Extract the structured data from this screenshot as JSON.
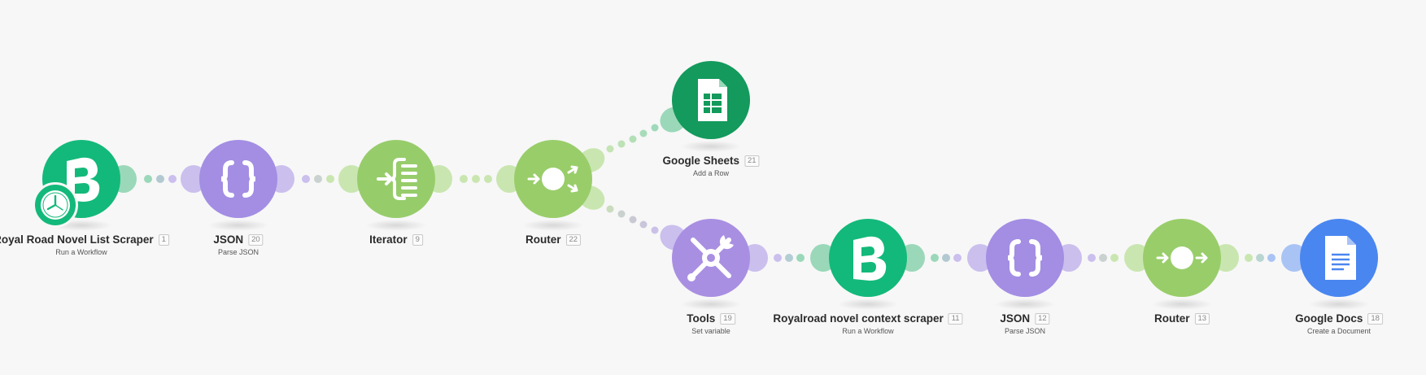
{
  "colors": {
    "make_green": "#13b97a",
    "json_purple": "#a38ee3",
    "iterator_lime": "#97cc6b",
    "router_lime": "#99cd6a",
    "sheets_green": "#139a5c",
    "tools_purple": "#a98fe2",
    "docs_blue": "#4a86f0",
    "dot_green": "#9ad8b9",
    "dot_purple": "#cbbfee",
    "dot_lime": "#c9e6b0",
    "dot_gray": "#c9c9d4",
    "dot_blue": "#a9c4f4"
  },
  "modules": [
    {
      "id": "n1",
      "name": "Royal Road Novel List Scraper",
      "number": "1",
      "action": "Run a Workflow",
      "icon": "make-scenario-icon",
      "has_clock": true
    },
    {
      "id": "n2",
      "name": "JSON",
      "number": "20",
      "action": "Parse JSON",
      "icon": "json-braces-icon"
    },
    {
      "id": "n3",
      "name": "Iterator",
      "number": "9",
      "action": "",
      "icon": "iterator-icon"
    },
    {
      "id": "n4",
      "name": "Router",
      "number": "22",
      "action": "",
      "icon": "router-icon"
    },
    {
      "id": "n5",
      "name": "Google Sheets",
      "number": "21",
      "action": "Add a Row",
      "icon": "google-sheets-icon"
    },
    {
      "id": "n6",
      "name": "Tools",
      "number": "19",
      "action": "Set variable",
      "icon": "tools-icon"
    },
    {
      "id": "n7",
      "name": "Royalroad novel context scraper",
      "number": "11",
      "action": "Run a Workflow",
      "icon": "make-scenario-icon"
    },
    {
      "id": "n8",
      "name": "JSON",
      "number": "12",
      "action": "Parse JSON",
      "icon": "json-braces-icon"
    },
    {
      "id": "n9",
      "name": "Router",
      "number": "13",
      "action": "",
      "icon": "router-icon"
    },
    {
      "id": "n10",
      "name": "Google Docs",
      "number": "18",
      "action": "Create a Document",
      "icon": "google-docs-icon"
    }
  ]
}
